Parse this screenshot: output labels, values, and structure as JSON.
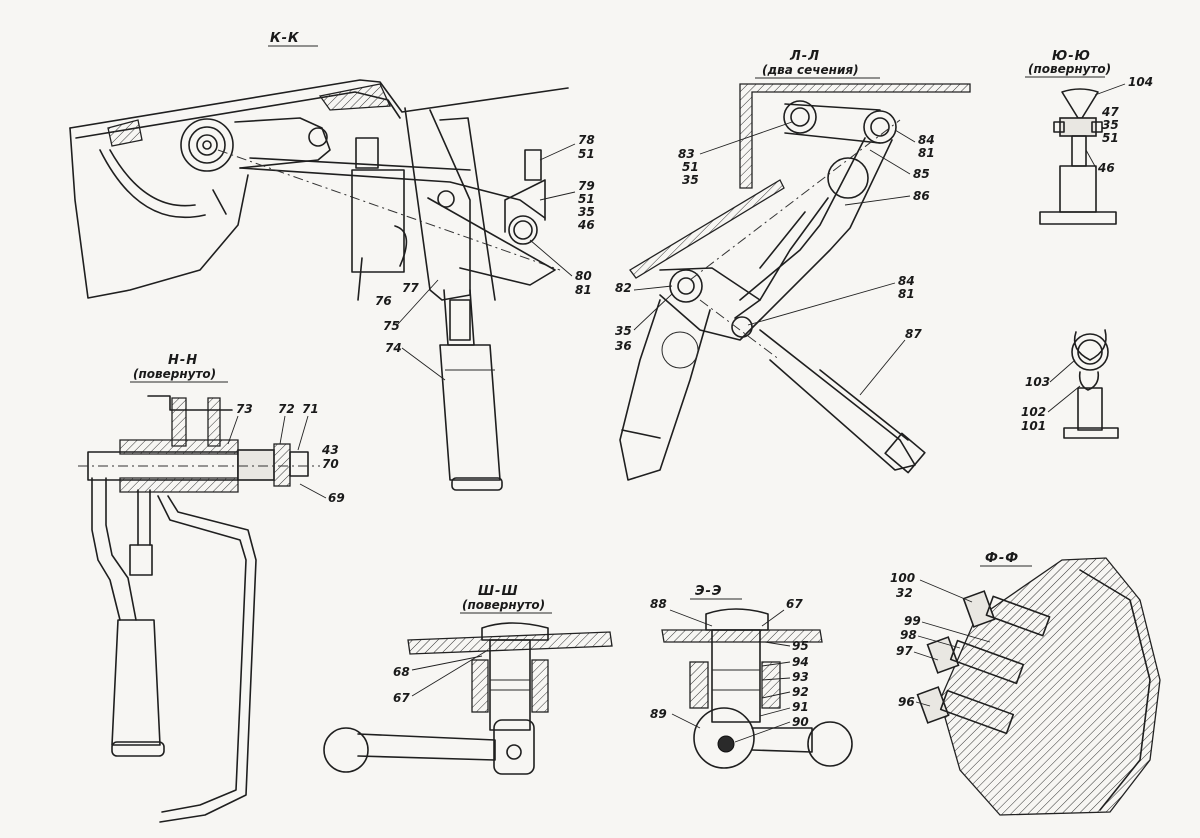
{
  "sections": {
    "kk": {
      "title": "К-К",
      "labels": [
        "78",
        "51",
        "79",
        "51",
        "35",
        "46",
        "80",
        "81",
        "77",
        "76",
        "75",
        "74"
      ]
    },
    "ll": {
      "title": "Л-Л",
      "subtitle": "(два сечения)",
      "labels": [
        "83",
        "51",
        "35",
        "84",
        "81",
        "85",
        "86",
        "84",
        "81",
        "82",
        "35",
        "36",
        "87"
      ]
    },
    "yuyu": {
      "title": "Ю-Ю",
      "subtitle": "(повернуто)",
      "labels": [
        "104",
        "47",
        "35",
        "51",
        "46"
      ]
    },
    "hh": {
      "title": "Н-Н",
      "subtitle": "(повернуто)",
      "labels": [
        "73",
        "72",
        "71",
        "43",
        "70",
        "69"
      ]
    },
    "detail103": {
      "labels": [
        "103",
        "102",
        "101"
      ]
    },
    "shsh": {
      "title": "Ш-Ш",
      "subtitle": "(повернуто)",
      "labels": [
        "68",
        "67"
      ]
    },
    "ee": {
      "title": "Э-Э",
      "labels": [
        "88",
        "67",
        "95",
        "94",
        "93",
        "92",
        "91",
        "90",
        "89"
      ]
    },
    "ff": {
      "title": "Ф-Ф",
      "labels": [
        "100",
        "32",
        "99",
        "98",
        "97",
        "96"
      ]
    }
  }
}
